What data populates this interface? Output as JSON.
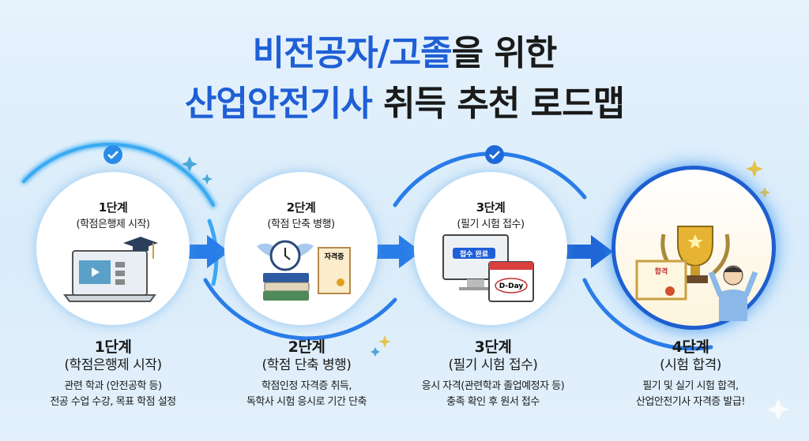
{
  "title": {
    "line1_blue": "비전공자/고졸",
    "line1_black": "을 위한",
    "line2_blue": "산업안전기사",
    "line2_black": "취득 추천 로드맵"
  },
  "steps": [
    {
      "step": "1단계",
      "subtitle": "(학점은행제 시작)",
      "desc": [
        "관련 학과 (안전공학 등)",
        "전공 수업 수강, 목표 학점 설정"
      ]
    },
    {
      "step": "2단계",
      "subtitle": "(학점 단축 병행)",
      "desc": [
        "학점인정 자격증 취득,",
        "독학사 시험 응시로 기간 단축"
      ],
      "labels": {
        "certificate": "자격증"
      }
    },
    {
      "step": "3단계",
      "subtitle": "(필기 시험 접수)",
      "desc": [
        "응시 자격(관련학과 졸업예정자 등)",
        "충족 확인 후 원서 접수"
      ],
      "labels": {
        "button": "접수 완료",
        "calendar": "D-Day"
      }
    },
    {
      "step": "4단계",
      "subtitle": "(시험 합격)",
      "desc": [
        "필기 및 실기 시험 합격,",
        "산업안전기사 자격증 발급!"
      ],
      "labels": {
        "certificate": "합격"
      }
    }
  ],
  "colors": {
    "accent": "#1f5fd6",
    "ring": "#2b8df0"
  }
}
